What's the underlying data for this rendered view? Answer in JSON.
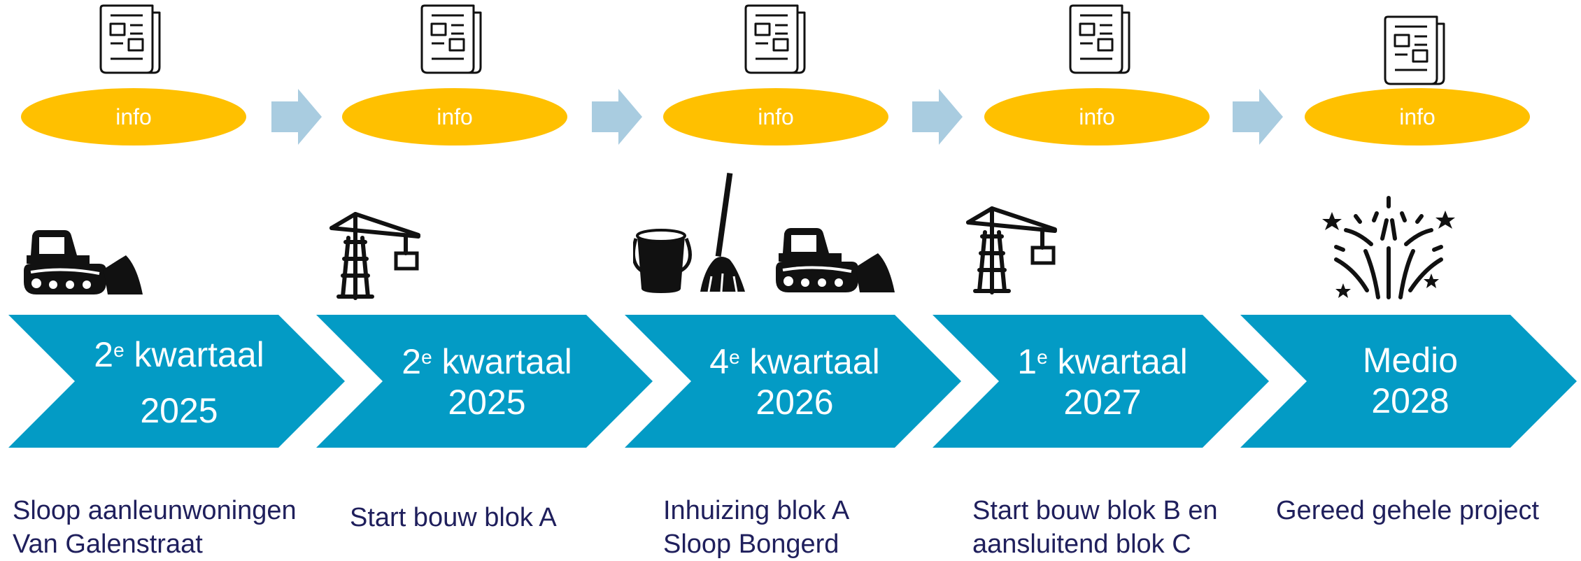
{
  "colors": {
    "info_pill": "#FFC000",
    "step_arrow": "#A9CCE0",
    "chevron": "#039BC5",
    "description_text": "#1F1F5C"
  },
  "info_row": {
    "items": [
      {
        "icon": "newspaper-icon",
        "label": "info"
      },
      {
        "icon": "newspaper-icon",
        "label": "info"
      },
      {
        "icon": "newspaper-icon",
        "label": "info"
      },
      {
        "icon": "newspaper-icon",
        "label": "info"
      },
      {
        "icon": "newspaper-icon",
        "label": "info"
      }
    ]
  },
  "milestones": [
    {
      "icons": [
        "bulldozer-icon"
      ],
      "chevron": {
        "line1_num": "2",
        "line1_sup": "e",
        "line1_word": "kwartaal",
        "line2": "2025"
      },
      "description": [
        "Sloop aanleunwoningen",
        "Van Galenstraat"
      ]
    },
    {
      "icons": [
        "crane-icon"
      ],
      "chevron": {
        "line1_num": "2",
        "line1_sup": "e",
        "line1_word": "kwartaal",
        "line2": "2025"
      },
      "description": [
        "Start bouw blok A"
      ]
    },
    {
      "icons": [
        "bucket-broom-icon",
        "bulldozer-icon"
      ],
      "chevron": {
        "line1_num": "4",
        "line1_sup": "e",
        "line1_word": "kwartaal",
        "line2": "2026"
      },
      "description": [
        "Inhuizing blok A",
        "Sloop Bongerd"
      ]
    },
    {
      "icons": [
        "crane-icon"
      ],
      "chevron": {
        "line1_num": "1",
        "line1_sup": "e",
        "line1_word": "kwartaal",
        "line2": "2027"
      },
      "description": [
        "Start bouw blok B en",
        "aansluitend blok C"
      ]
    },
    {
      "icons": [
        "fireworks-icon"
      ],
      "chevron": {
        "line1_num": "",
        "line1_sup": "",
        "line1_word": "Medio",
        "line2": "2028"
      },
      "description": [
        "Gereed gehele project"
      ]
    }
  ]
}
